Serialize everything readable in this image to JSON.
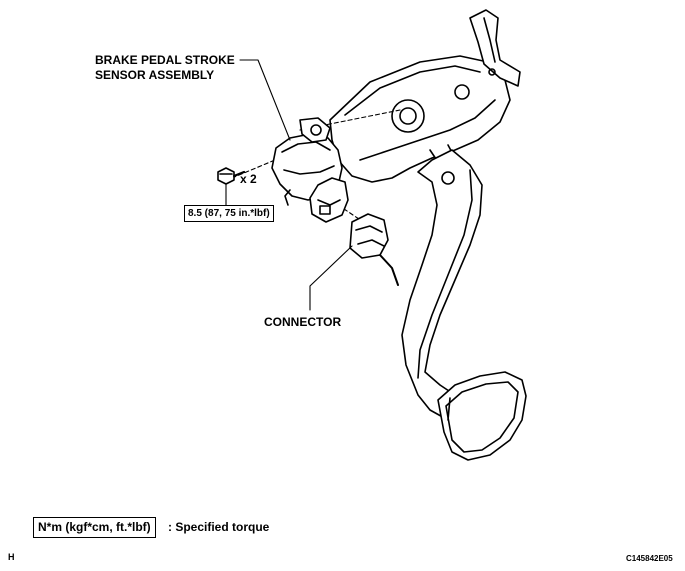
{
  "labels": {
    "sensor_line1": "BRAKE PEDAL STROKE",
    "sensor_line2": "SENSOR ASSEMBLY",
    "bolt_qty": "x 2",
    "torque_value": "8.5 (87, 75 in.*lbf)",
    "connector": "CONNECTOR"
  },
  "legend": {
    "unit": "N*m (kgf*cm, ft.*lbf)",
    "description": ": Specified torque"
  },
  "corners": {
    "left": "H",
    "right": "C145842E05"
  }
}
